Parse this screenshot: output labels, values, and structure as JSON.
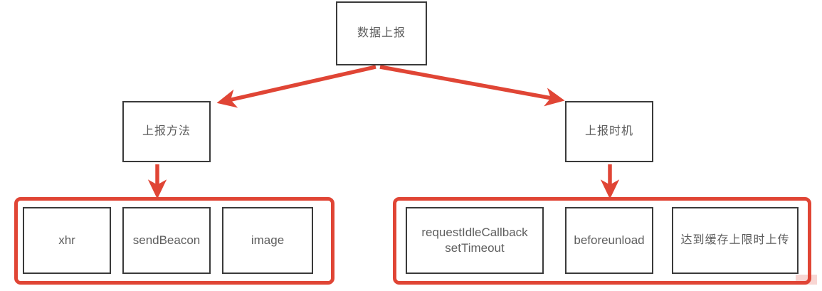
{
  "diagram": {
    "title": "数据上报",
    "root": {
      "label": "数据上报"
    },
    "branches": [
      {
        "label": "上报方法",
        "children": [
          {
            "label": "xhr",
            "script": "latin"
          },
          {
            "label": "sendBeacon",
            "script": "latin"
          },
          {
            "label": "image",
            "script": "latin"
          }
        ]
      },
      {
        "label": "上报时机",
        "children": [
          {
            "label": "requestIdleCallback\nsetTimeout",
            "script": "latin"
          },
          {
            "label": "beforeunload",
            "script": "latin"
          },
          {
            "label": "达到缓存上限时上传",
            "script": "cjk"
          }
        ]
      }
    ],
    "connectors": [
      {
        "name": "root-to-method",
        "from": "数据上报",
        "to": "上报方法",
        "style": "diagonal-arrow"
      },
      {
        "name": "root-to-timing",
        "from": "数据上报",
        "to": "上报时机",
        "style": "diagonal-arrow"
      },
      {
        "name": "method-to-group",
        "from": "上报方法",
        "to": "methods-group",
        "style": "vertical-arrow"
      },
      {
        "name": "timing-to-group",
        "from": "上报时机",
        "to": "timings-group",
        "style": "vertical-arrow"
      }
    ],
    "colors": {
      "arrow": "#e04535",
      "group_border": "#e04535",
      "box_border": "#3a3a3a",
      "text": "#5b5b5b",
      "background": "#ffffff"
    }
  }
}
